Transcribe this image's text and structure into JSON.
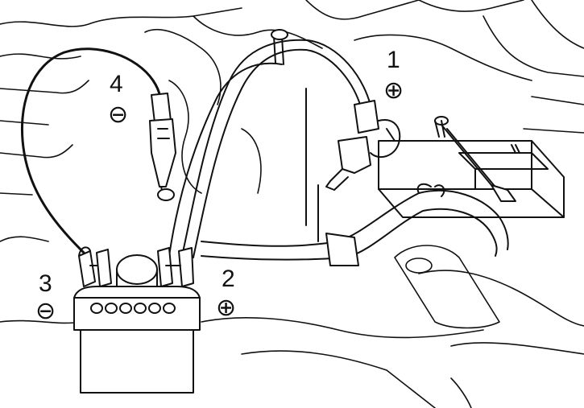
{
  "diagram": {
    "labels": [
      {
        "id": "1",
        "number": "1",
        "polarity": "⊕"
      },
      {
        "id": "2",
        "number": "2",
        "polarity": "⊕"
      },
      {
        "id": "3",
        "number": "3",
        "polarity": "⊖"
      },
      {
        "id": "4",
        "number": "4",
        "polarity": "⊖"
      }
    ]
  },
  "colors": {
    "line": "#111111",
    "background": "#ffffff"
  }
}
